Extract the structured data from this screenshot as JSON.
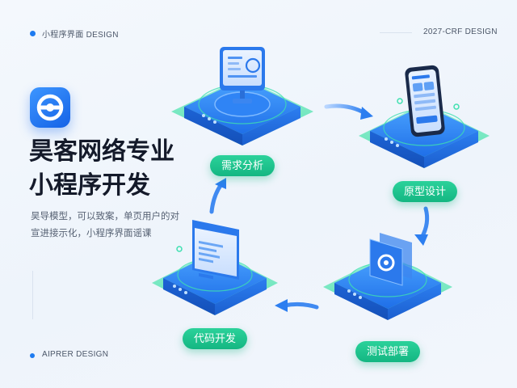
{
  "header": {
    "left_label": "小程序界面 DESIGN",
    "right_label": "2027-CRF DESIGN"
  },
  "title": {
    "line1": "昊客网络专业",
    "line2": "小程序开发"
  },
  "description": {
    "line1": "昊导模型，可以致案，单页用户的对",
    "line2": "宣进接示化，小程序界面谣课"
  },
  "footer": {
    "label": "AIPRER DESIGN"
  },
  "steps": [
    {
      "label": "需求分析"
    },
    {
      "label": "原型设计"
    },
    {
      "label": "测试部署"
    },
    {
      "label": "代码开发"
    }
  ],
  "colors": {
    "accent_blue": "#1e7bf0",
    "accent_green": "#1ec48d"
  }
}
